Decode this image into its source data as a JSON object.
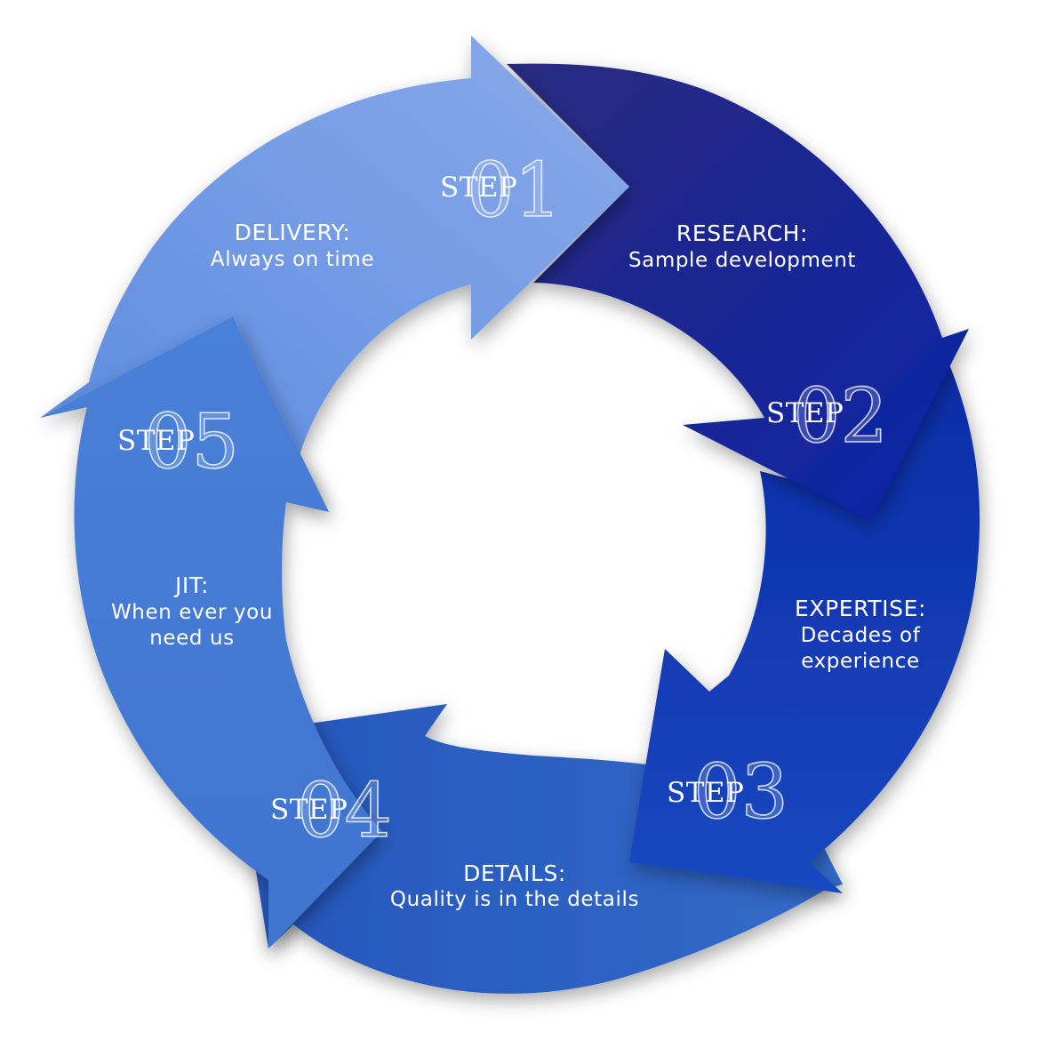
{
  "cycle": {
    "step_word": "STEP",
    "steps": [
      {
        "number": "01",
        "title": "RESEARCH:",
        "lines": [
          "Sample development"
        ]
      },
      {
        "number": "02",
        "title": "EXPERTISE:",
        "lines": [
          "Decades of",
          "experience"
        ]
      },
      {
        "number": "03",
        "title": "DETAILS:",
        "lines": [
          "Quality is in the details"
        ]
      },
      {
        "number": "04",
        "title": "JIT:",
        "lines": [
          "When ever you",
          "need us"
        ]
      },
      {
        "number": "05",
        "title": "DELIVERY:",
        "lines": [
          "Always on time"
        ]
      }
    ],
    "colors": {
      "research": [
        "#2a2a7e",
        "#0a24a8"
      ],
      "expertise": [
        "#0c2ca8",
        "#1848c0"
      ],
      "details": [
        "#2556bc",
        "#336ac8"
      ],
      "jit": [
        "#4a80d8",
        "#3f74d0"
      ],
      "delivery": [
        "#5a8ae0",
        "#8aaaea"
      ]
    }
  }
}
